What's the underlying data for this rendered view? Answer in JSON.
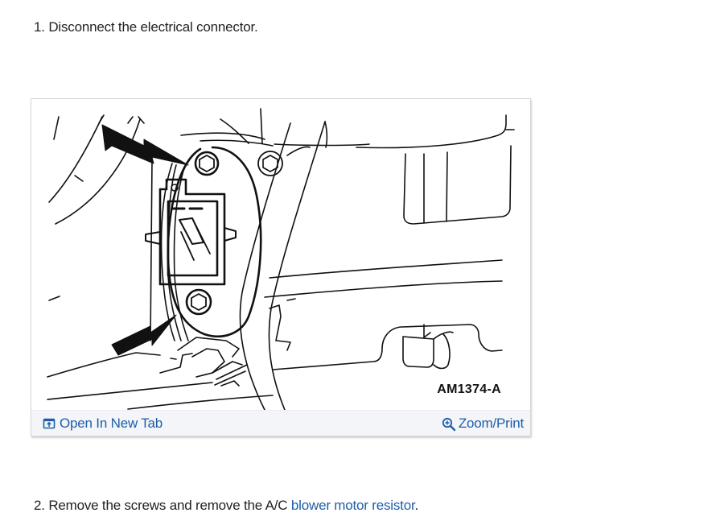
{
  "steps": [
    {
      "number": "1.",
      "text": "Disconnect the electrical connector."
    },
    {
      "number": "2.",
      "text_before": "Remove the screws and remove the A/C",
      "link_text": "blower motor resistor",
      "text_after": "."
    }
  ],
  "figure": {
    "diagram_code": "AM1374-A",
    "open_label": "Open In New Tab",
    "open_icon": "open-in-new-tab-icon",
    "zoom_label": "Zoom/Print",
    "zoom_icon": "magnifier-plus-icon"
  },
  "colors": {
    "link": "#1f5ea8",
    "text": "#222222",
    "caption_bg": "#f3f5f8"
  }
}
